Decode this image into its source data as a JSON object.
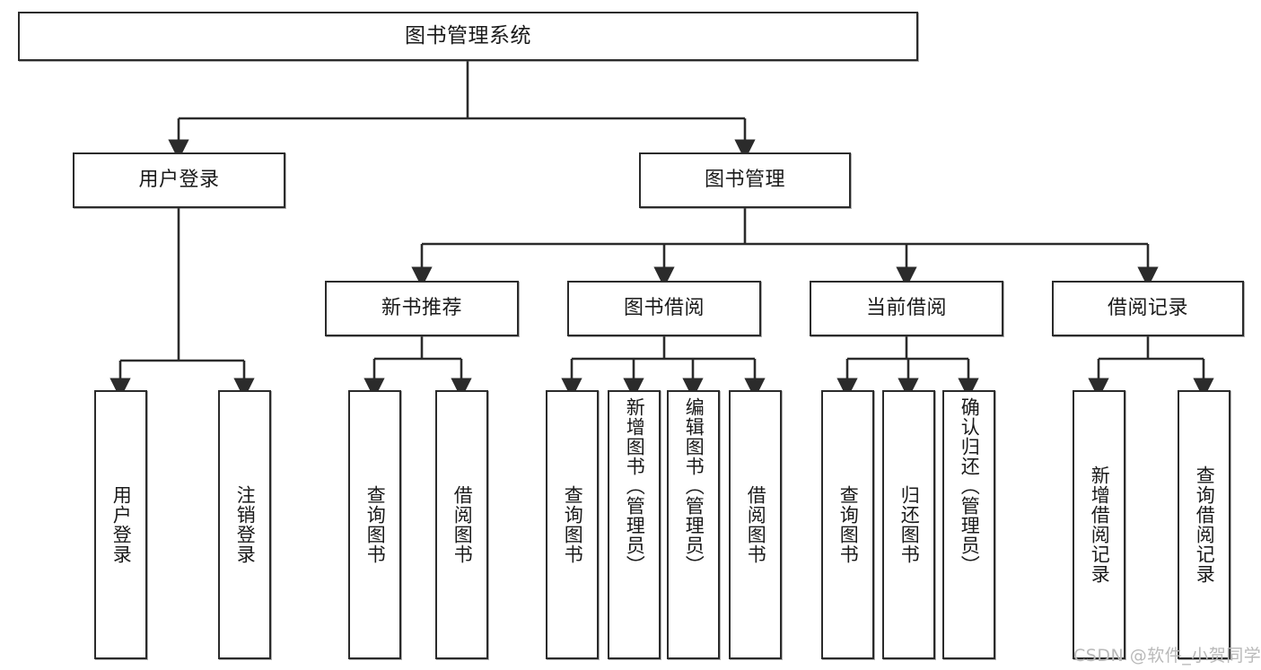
{
  "diagram": {
    "title": "图书管理系统",
    "type": "hierarchy-tree",
    "root": {
      "id": "root",
      "label": "图书管理系统"
    },
    "level2": [
      {
        "id": "user-login",
        "label": "用户登录"
      },
      {
        "id": "book-management",
        "label": "图书管理"
      }
    ],
    "level3": [
      {
        "id": "new-book-recommend",
        "label": "新书推荐"
      },
      {
        "id": "book-borrow",
        "label": "图书借阅"
      },
      {
        "id": "current-borrow",
        "label": "当前借阅"
      },
      {
        "id": "borrow-record",
        "label": "借阅记录"
      }
    ],
    "leaves": {
      "user_login": [
        {
          "id": "leaf-user-login",
          "label": "用户登录"
        },
        {
          "id": "leaf-logout-login",
          "label": "注销登录"
        }
      ],
      "new_book_recommend": [
        {
          "id": "leaf-query-book-1",
          "label": "查询图书"
        },
        {
          "id": "leaf-borrow-book-1",
          "label": "借阅图书"
        }
      ],
      "book_borrow": [
        {
          "id": "leaf-query-book-2",
          "label": "查询图书"
        },
        {
          "id": "leaf-add-book",
          "label": "新增图书（管理员）"
        },
        {
          "id": "leaf-edit-book",
          "label": "编辑图书（管理员）"
        },
        {
          "id": "leaf-borrow-book-2",
          "label": "借阅图书"
        }
      ],
      "current_borrow": [
        {
          "id": "leaf-query-book-3",
          "label": "查询图书"
        },
        {
          "id": "leaf-return-book",
          "label": "归还图书"
        },
        {
          "id": "leaf-confirm-return",
          "label": "确认归还（管理员）"
        }
      ],
      "borrow_record": [
        {
          "id": "leaf-add-record",
          "label": "新增借阅记录"
        },
        {
          "id": "leaf-query-record",
          "label": "查询借阅记录"
        }
      ]
    }
  },
  "watermark": {
    "text": "CSDN @软件_小贺同学"
  },
  "colors": {
    "border": "#2b2b2b",
    "background": "#ffffff",
    "text": "#1a1a1a",
    "watermark": "#b9b9b9"
  }
}
